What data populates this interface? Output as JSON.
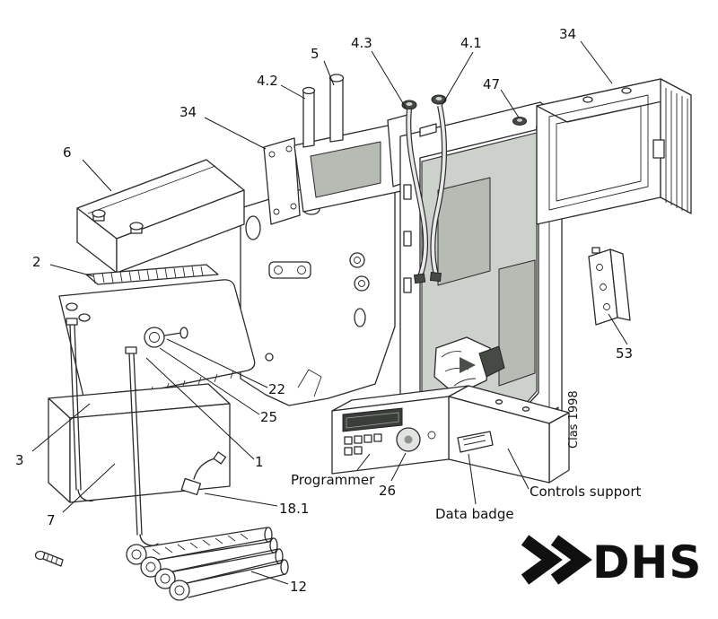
{
  "figure": {
    "model_label": "Clas 1998",
    "brand_logo": "DHS"
  },
  "callouts": [
    {
      "part": "6"
    },
    {
      "part": "2"
    },
    {
      "part": "3"
    },
    {
      "part": "7"
    },
    {
      "part": "34"
    },
    {
      "part": "4.2"
    },
    {
      "part": "5"
    },
    {
      "part": "4.3"
    },
    {
      "part": "4.1"
    },
    {
      "part": "47"
    },
    {
      "part": "34"
    },
    {
      "part": "53"
    },
    {
      "part": "22"
    },
    {
      "part": "25"
    },
    {
      "part": "1"
    },
    {
      "part": "18.1"
    },
    {
      "part": "12"
    },
    {
      "part": "26"
    }
  ],
  "annotations": {
    "programmer": "Programmer",
    "data_badge": "Data badge",
    "controls_support": "Controls support"
  }
}
